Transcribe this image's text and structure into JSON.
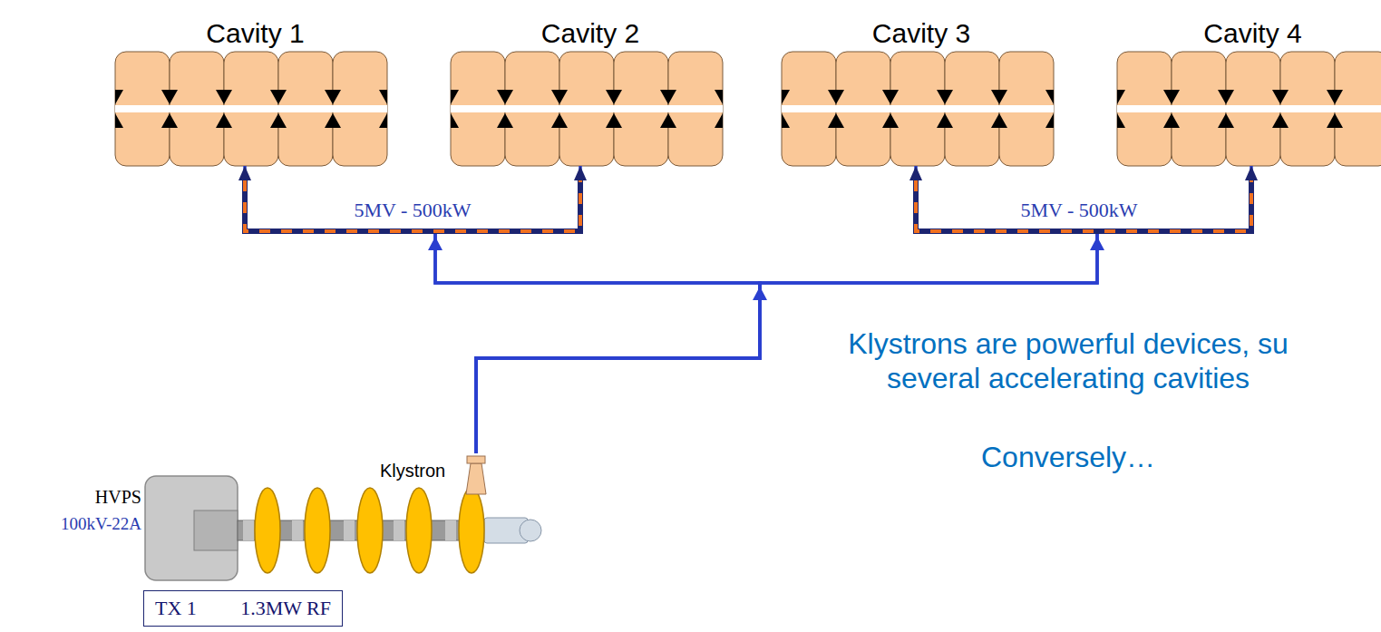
{
  "diagram": {
    "nodes": [
      {
        "text": [
          "Cavity 1"
        ]
      },
      {
        "text": [
          "Cavity 2"
        ]
      },
      {
        "text": [
          "Cavity 3"
        ]
      },
      {
        "text": [
          "Cavity 4"
        ]
      },
      {
        "text": [
          "HVPS",
          "100kV-22A"
        ]
      },
      {
        "text": [
          "Klystron"
        ]
      },
      {
        "text": [
          "TX 1",
          "1.3MW RF"
        ]
      }
    ],
    "edges": [
      {
        "from": 5,
        "to": 0,
        "arrow": "to"
      },
      {
        "from": 5,
        "to": 1,
        "arrow": "to"
      },
      {
        "from": 5,
        "to": 2,
        "arrow": "to"
      },
      {
        "from": 5,
        "to": 3,
        "arrow": "to"
      }
    ],
    "labels": [
      "5MV - 500kW",
      "5MV - 500kW",
      "Klystrons are powerful devices, su several accelerating cavities",
      "Conversely…"
    ]
  }
}
